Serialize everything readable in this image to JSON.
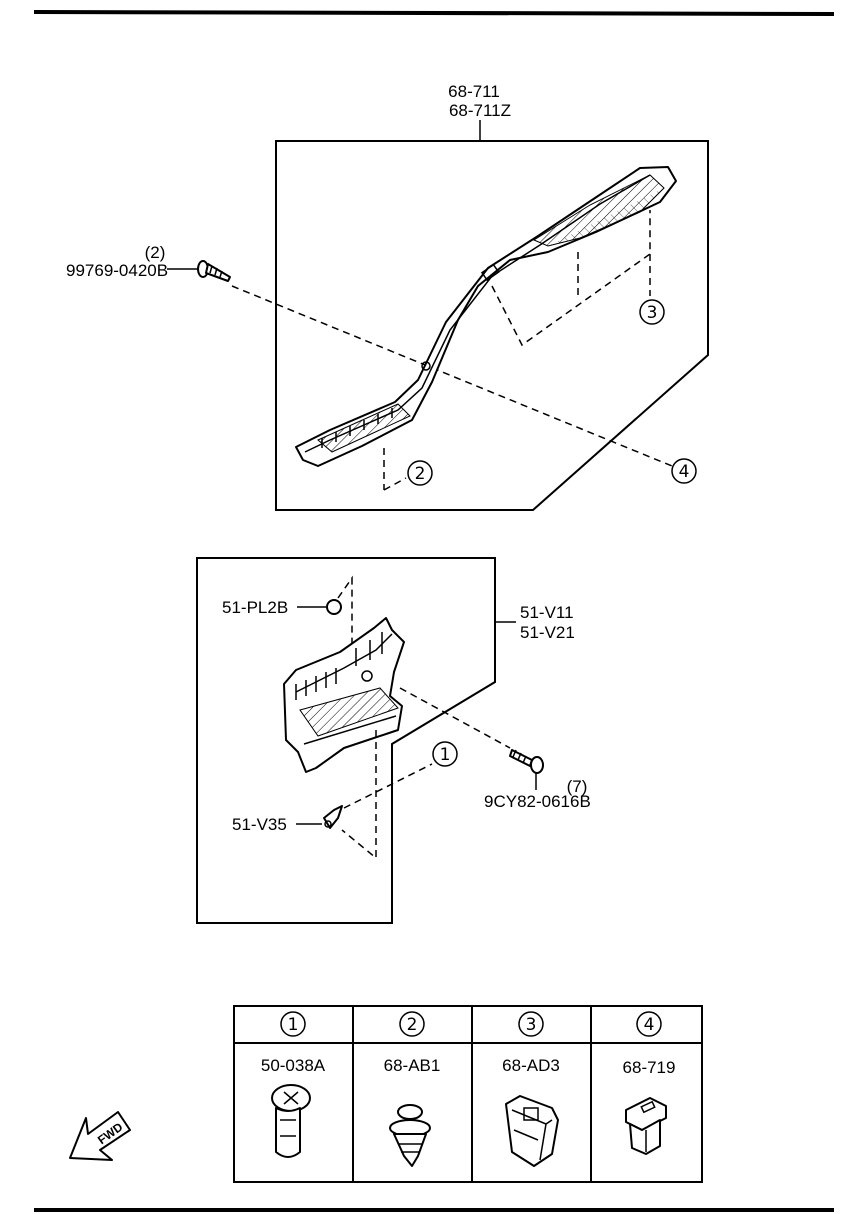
{
  "colors": {
    "ink": "#000000",
    "paper": "#ffffff",
    "hatch": "#8a8a8a"
  },
  "upper_group": {
    "part_numbers": [
      "68-711",
      "68-711Z"
    ],
    "screw": {
      "qty": "(2)",
      "part_number": "99769-0420B",
      "icon": "screw-icon"
    },
    "callouts": [
      "2",
      "3",
      "4"
    ]
  },
  "lower_group": {
    "part_numbers": [
      "51-V11",
      "51-V21"
    ],
    "cap": {
      "part_number": "51-PL2B",
      "icon": "cap-icon"
    },
    "clip": {
      "part_number": "51-V35",
      "icon": "clip-icon"
    },
    "screw": {
      "qty": "(7)",
      "part_number": "9CY82-0616B",
      "icon": "screw-icon"
    },
    "callouts": [
      "1"
    ]
  },
  "fastener_table": {
    "columns": [
      {
        "num": "1",
        "part_number": "50-038A",
        "icon": "push-rivet-icon"
      },
      {
        "num": "2",
        "part_number": "68-AB1",
        "icon": "trim-clip-icon"
      },
      {
        "num": "3",
        "part_number": "68-AD3",
        "icon": "square-clip-icon"
      },
      {
        "num": "4",
        "part_number": "68-719",
        "icon": "grommet-icon"
      }
    ]
  },
  "orientation": {
    "label": "FWD",
    "icon": "forward-arrow-icon"
  }
}
